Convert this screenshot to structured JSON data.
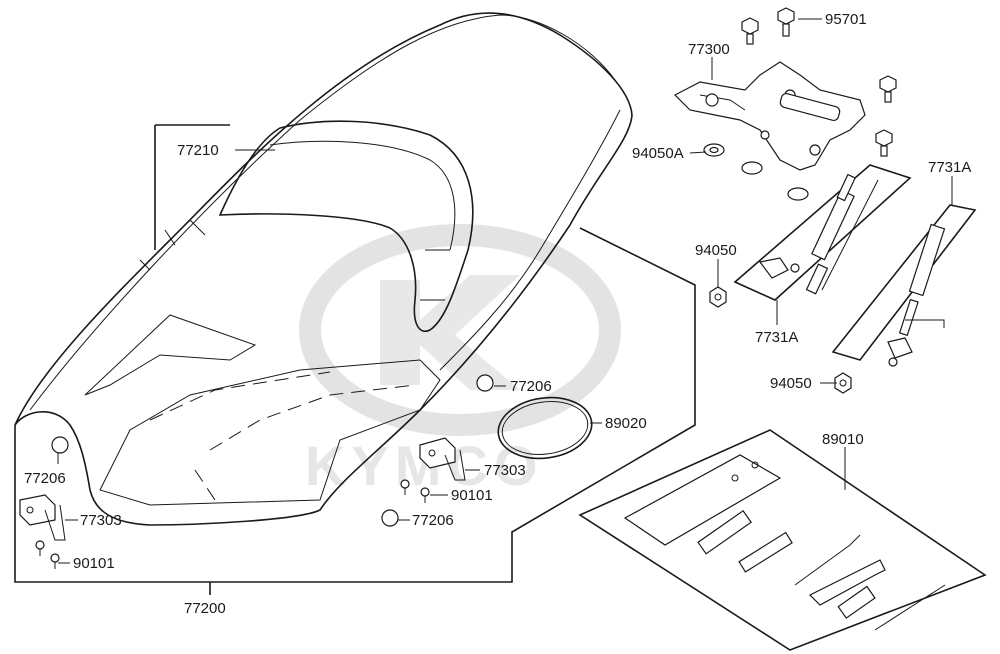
{
  "watermark": {
    "brand": "KYMCO"
  },
  "labels": {
    "p95701": "95701",
    "p77300": "77300",
    "p94050A": "94050A",
    "p77210": "77210",
    "p7731A_top": "7731A",
    "p94050_top": "94050",
    "p7731A_mid": "7731A",
    "p94050_bot": "94050",
    "p77206_a": "77206",
    "p89020": "89020",
    "p77206_b": "77206",
    "p77303_a": "77303",
    "p90101_a": "90101",
    "p77206_c": "77206",
    "p77303_b": "77303",
    "p90101_b": "90101",
    "p89010": "89010",
    "p77200": "77200"
  }
}
